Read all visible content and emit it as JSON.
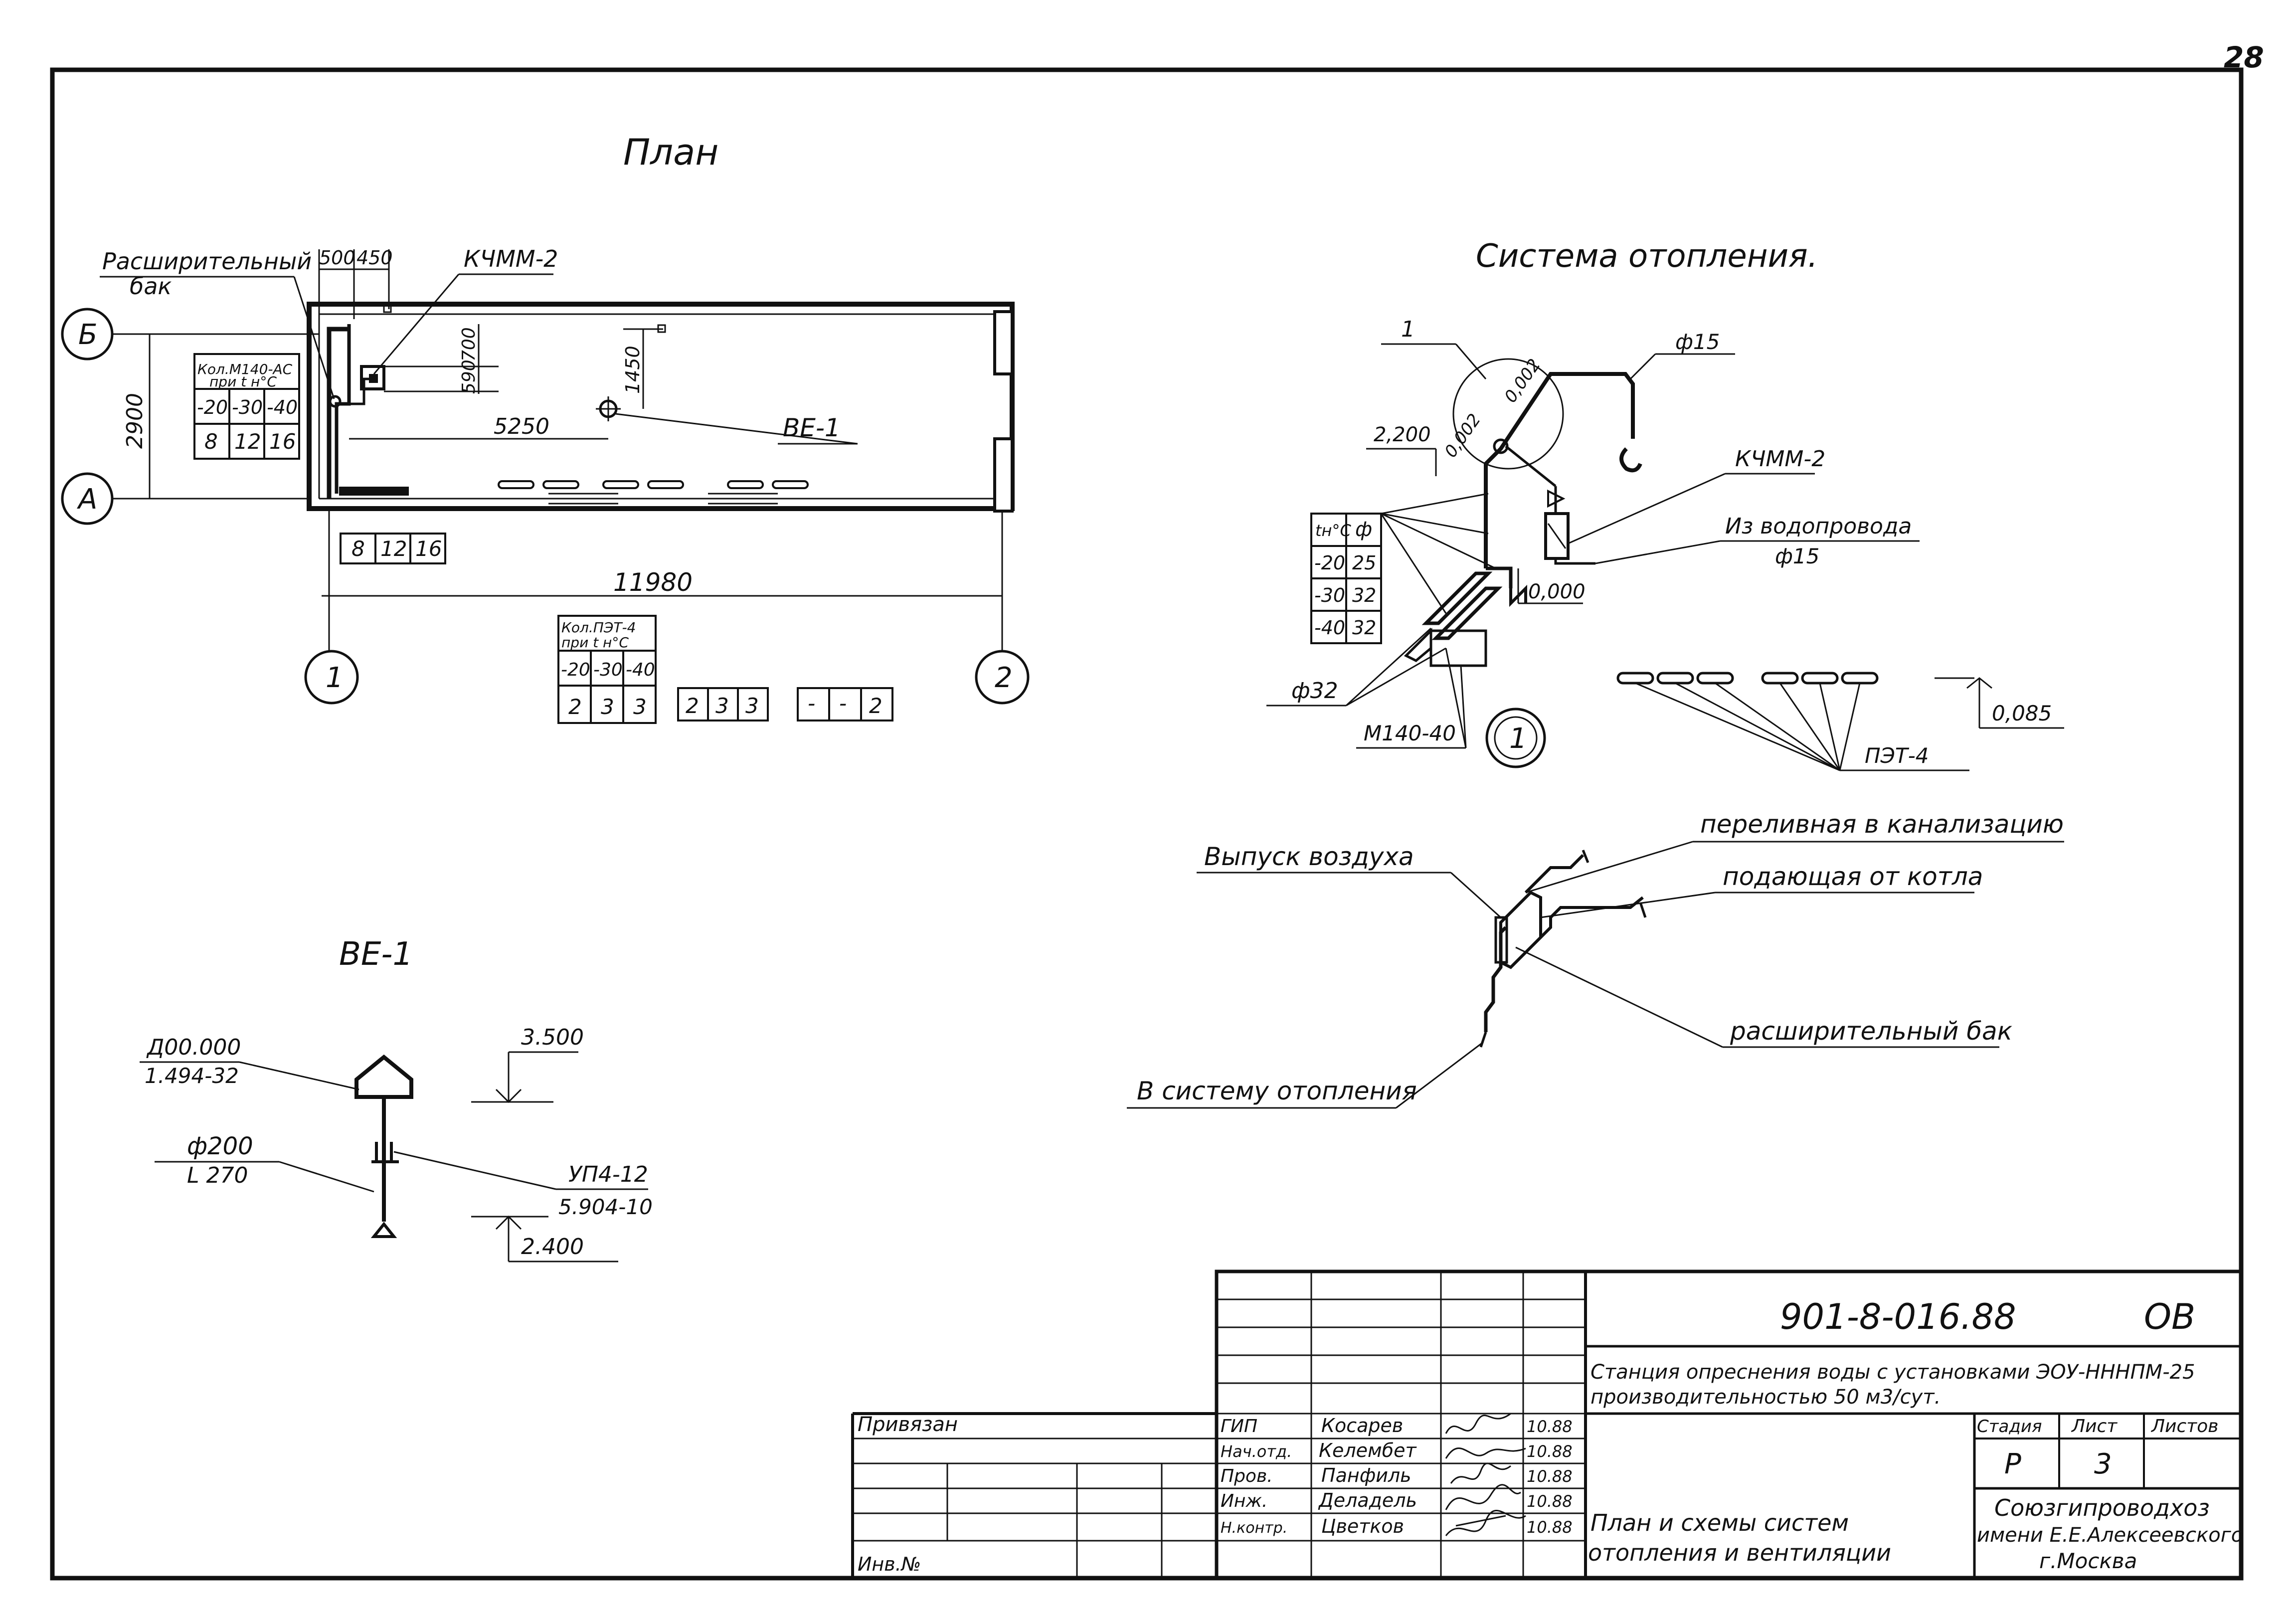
{
  "page_number": "28",
  "plan": {
    "title": "План",
    "expansion_tank_label_1": "Расширительный",
    "expansion_tank_label_2": "бак",
    "dim_500": "500",
    "dim_450": "450",
    "kchmm_label": "КЧММ-2",
    "axis_b": "Б",
    "axis_a": "А",
    "axis_1": "1",
    "axis_2": "2",
    "dim_2900": "2900",
    "dim_700": "700",
    "dim_590": "590",
    "dim_1450": "1450",
    "dim_5250": "5250",
    "dim_11980": "11980",
    "ve_label": "ВЕ-1",
    "m140_table": {
      "header_1": "Кол.М140-АС",
      "header_2": "при t н°С",
      "temps": [
        "-20",
        "-30",
        "-40"
      ],
      "values": [
        "8",
        "12",
        "16"
      ]
    },
    "row_under_plan": [
      "8",
      "12",
      "16"
    ],
    "pet_table": {
      "header_1": "Кол.ПЭТ-4",
      "header_2": "при t н°С",
      "temps": [
        "-20",
        "-30",
        "-40"
      ],
      "values": [
        "2",
        "3",
        "3"
      ]
    },
    "row_a": [
      "2",
      "3",
      "3"
    ],
    "row_b": [
      "-",
      "-",
      "2"
    ]
  },
  "heating": {
    "title": "Система отопления.",
    "callout_1": "1",
    "slope_a": "0,002",
    "slope_b": "0,002",
    "elev_2200": "2,200",
    "d15_top": "ф15",
    "kchmm": "КЧММ-2",
    "from_water_1": "Из водопровода",
    "from_water_2": "ф15",
    "elev_0": "0,000",
    "table": {
      "h1": "tн°С",
      "h2": "ф",
      "rows": [
        [
          "-20",
          "25"
        ],
        [
          "-30",
          "32"
        ],
        [
          "-40",
          "32"
        ]
      ]
    },
    "d32": "ф32",
    "m140_40": "М140-40",
    "circle_node": "1",
    "pet4": "ПЭТ-4",
    "elev_085": "0,085"
  },
  "node": {
    "air_release": "Выпуск воздуха",
    "overflow": "переливная в канализацию",
    "supply": "подающая от котла",
    "exp_tank": "расширительный бак",
    "to_heating": "В систему отопления"
  },
  "ve": {
    "title": "ВЕ-1",
    "d00": "Д00.000",
    "d00_sub": "1.494-32",
    "d200": "ф200",
    "l270": "L 270",
    "elev_3500": "3.500",
    "upch": "УП4-12",
    "upch_sub": "5.904-10",
    "elev_2400": "2.400"
  },
  "stamp": {
    "doc_code": "901-8-016.88",
    "mark": "ОВ",
    "title_1": "Станция опреснения воды с установками ЭОУ-НННПМ-25",
    "title_2": "производительностью  50 м3/сут.",
    "privyazan": "Привязан",
    "inv_no": "Инв.№",
    "roles": [
      "ГИП",
      "Нач.отд.",
      "Пров.",
      "Инж.",
      "Н.контр."
    ],
    "names": [
      "Косарев",
      "Келембет",
      "Панфиль",
      "Деладель",
      "Цветков"
    ],
    "dates": [
      "10.88",
      "10.88",
      "10.88",
      "10.88",
      "10.88"
    ],
    "col_stage": "Стадия",
    "col_sheet": "Лист",
    "col_sheets": "Листов",
    "stage": "Р",
    "sheet": "3",
    "sheet_title_1": "План и схемы систем",
    "sheet_title_2": "отопления и вентиляции",
    "org_1": "Союзгипроводхоз",
    "org_2": "имени Е.Е.Алексеевского",
    "org_3": "г.Москва"
  }
}
